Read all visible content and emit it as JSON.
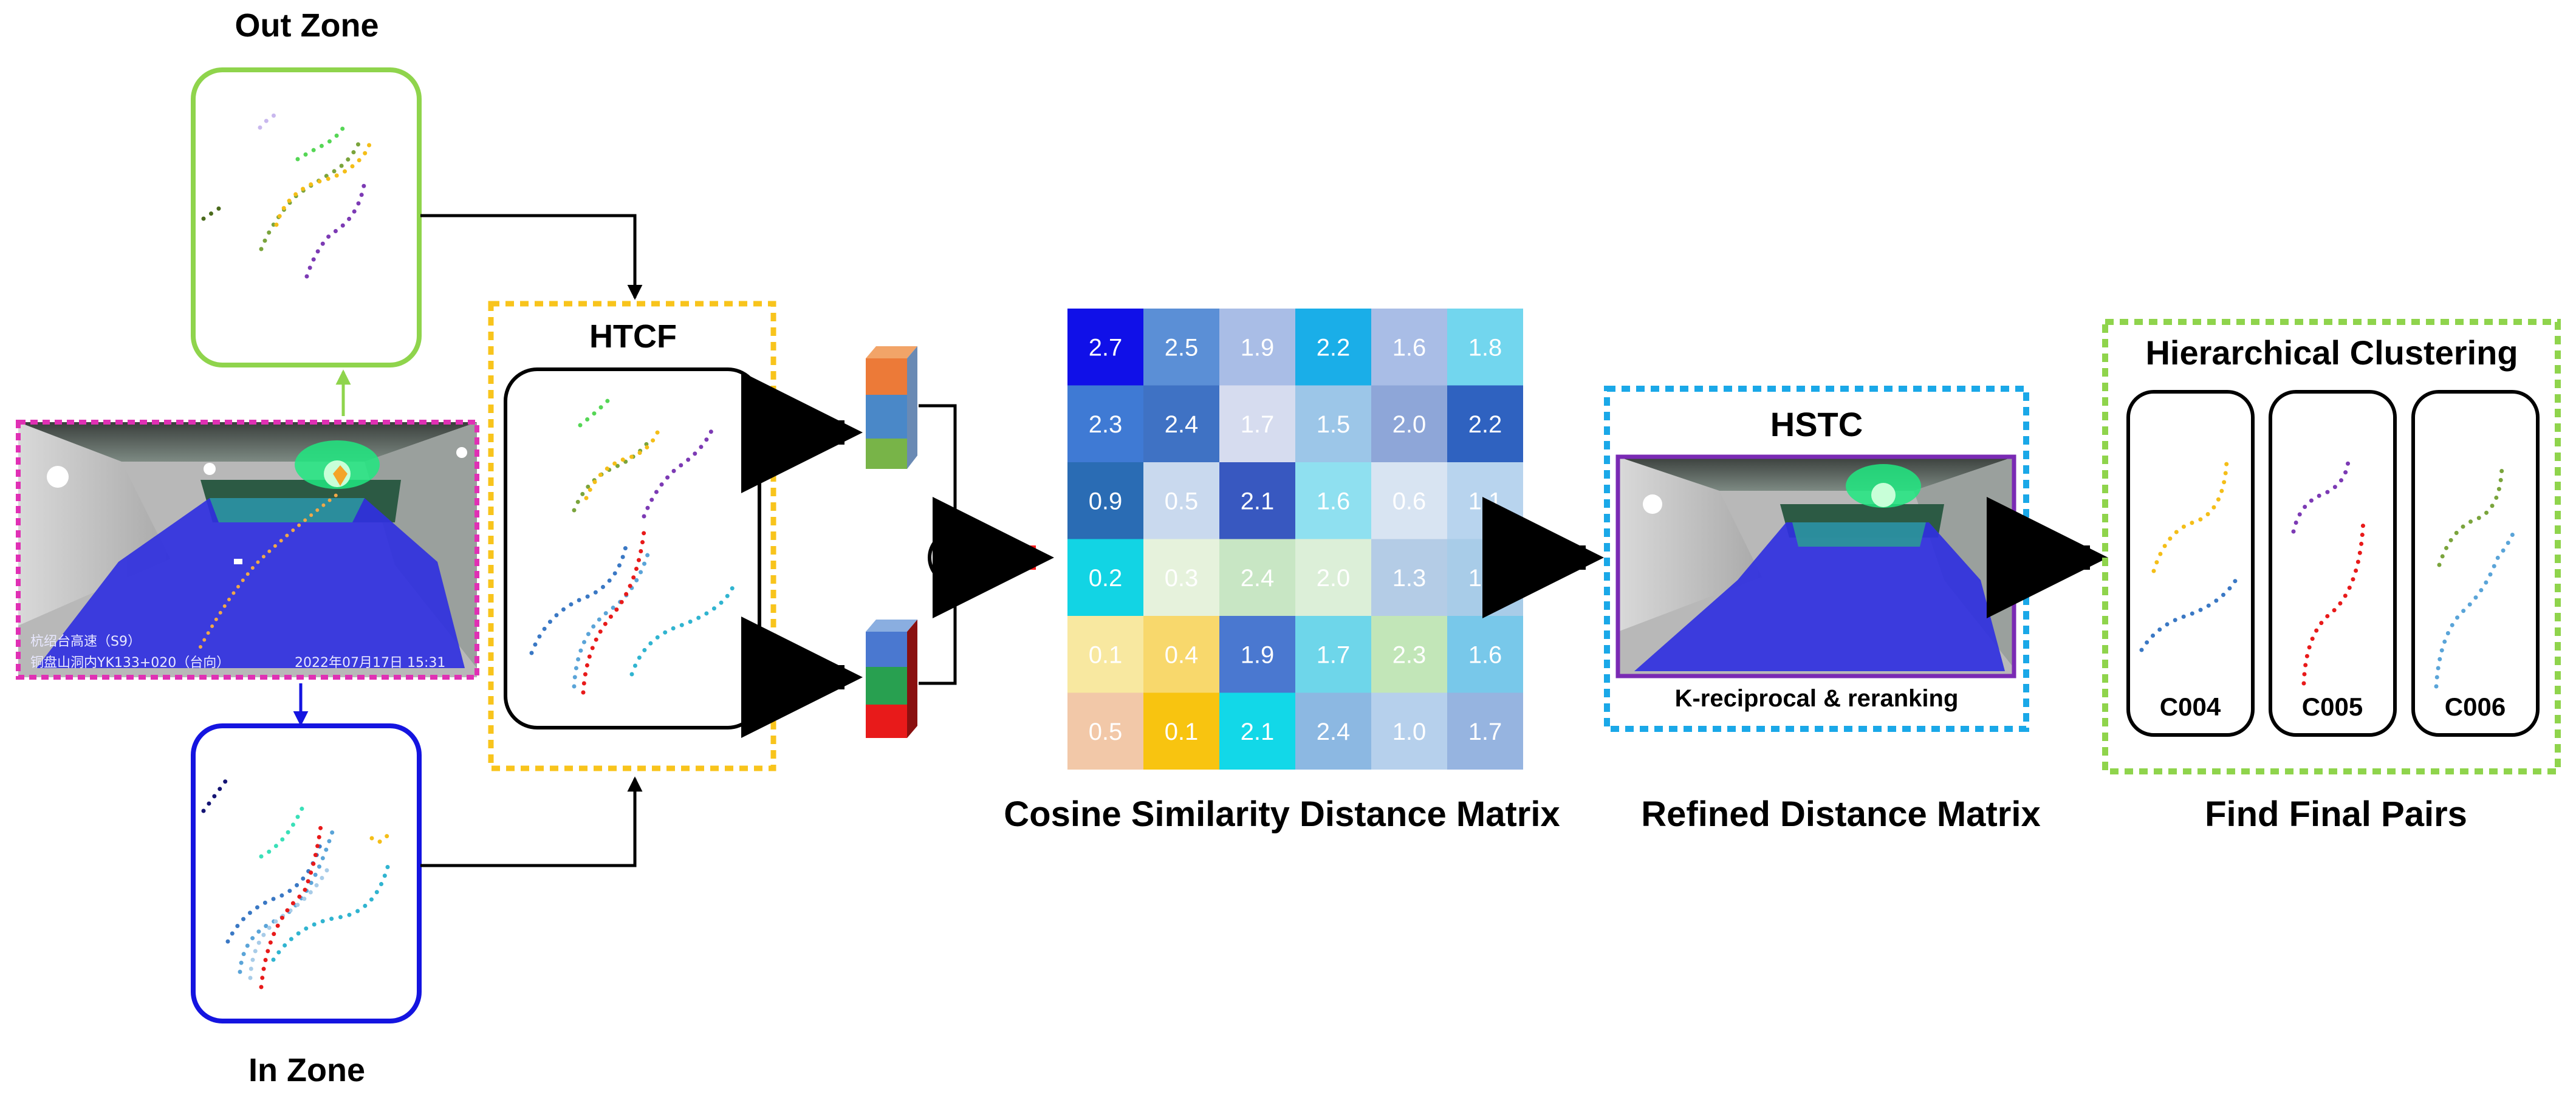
{
  "labels": {
    "out_zone": "Out Zone",
    "in_zone": "In Zone",
    "htcf": "HTCF",
    "hstc": "HSTC",
    "k_reciprocal": "K-reciprocal & reranking",
    "hierarchical_clustering": "Hierarchical Clustering",
    "cosine_matrix": "Cosine Similarity Distance Matrix",
    "refined_matrix": "Refined Distance Matrix",
    "final_pairs": "Find Final Pairs"
  },
  "clusters": [
    "C004",
    "C005",
    "C006"
  ],
  "camera_overlay": {
    "line1": "杭绍台高速（S9）",
    "line2": "铜盘山洞内YK133+020（台向）",
    "timestamp": "2022年07月17日 15:31"
  },
  "matrix": {
    "values": [
      [
        "2.7",
        "2.5",
        "1.9",
        "2.2",
        "1.6",
        "1.8"
      ],
      [
        "2.3",
        "2.4",
        "1.7",
        "1.5",
        "2.0",
        "2.2"
      ],
      [
        "0.9",
        "0.5",
        "2.1",
        "1.6",
        "0.6",
        "1.1"
      ],
      [
        "0.2",
        "0.3",
        "2.4",
        "2.0",
        "1.3",
        "1.5"
      ],
      [
        "0.1",
        "0.4",
        "1.9",
        "1.7",
        "2.3",
        "1.6"
      ],
      [
        "0.5",
        "0.1",
        "2.1",
        "2.4",
        "1.0",
        "1.7"
      ]
    ],
    "colors": [
      [
        "#1010e8",
        "#5b8fd6",
        "#a9bde6",
        "#1aaee8",
        "#a9bde6",
        "#72d6ee"
      ],
      [
        "#3f7ad4",
        "#3f72c4",
        "#d6dcef",
        "#9cc6e8",
        "#8ea6d8",
        "#2f62c0"
      ],
      [
        "#2a6cb4",
        "#c9d9ee",
        "#3858c0",
        "#8fe0f0",
        "#d8e4f2",
        "#b8d4ee"
      ],
      [
        "#12d4e4",
        "#e6f2dc",
        "#c8e6c4",
        "#dcefd8",
        "#b4cce6",
        "#a8cce8"
      ],
      [
        "#f8e8a0",
        "#f8d86c",
        "#4a78d0",
        "#6ed6ea",
        "#c2e6b8",
        "#78c8ea"
      ],
      [
        "#f2c8a8",
        "#f8c410",
        "#12d8e8",
        "#8cb8e2",
        "#b6d0ec",
        "#96b4e0"
      ]
    ]
  },
  "colors": {
    "out_zone_border": "#8fd44c",
    "in_zone_border": "#1414e0",
    "htcf_border": "#f8c41c",
    "hstc_border": "#1aa8e8",
    "clustering_border": "#8fd44c",
    "source_frame_border": "#e030b4",
    "fused_arrow": "#ff1a1a"
  }
}
